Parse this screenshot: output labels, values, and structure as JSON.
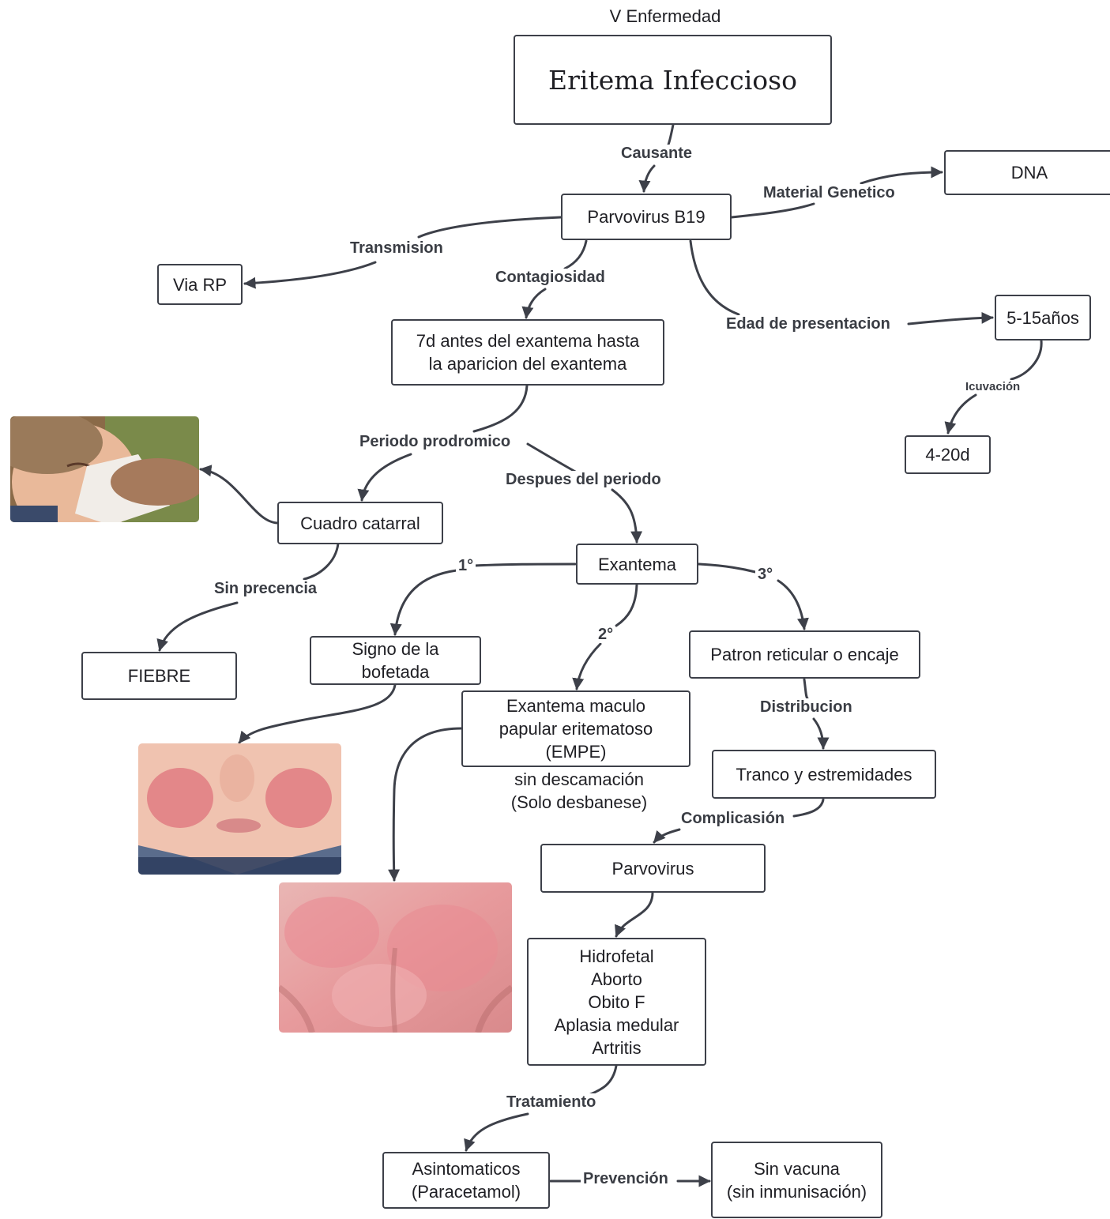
{
  "header": {
    "top_label": "V Enfermedad"
  },
  "nodes": {
    "title": "Eritema Infeccioso",
    "parvovirus_b19": "Parvovirus B19",
    "dna": "DNA",
    "via_rp": "Via RP",
    "contagio": "7d antes del exantema hasta\nla aparicion del exantema",
    "edad": "5-15años",
    "incubacion": "4-20d",
    "cuadro_catarral": "Cuadro catarral",
    "exantema": "Exantema",
    "fiebre": "FIEBRE",
    "signo_bofetada": "Signo de la\nbofetada",
    "empe": "Exantema maculo\npapular eritematoso\n(EMPE)",
    "empe_note": "sin descamación\n(Solo desbanese)",
    "patron": "Patron reticular o encaje",
    "tronco": "Tranco y estremidades",
    "parvovirus": "Parvovirus",
    "complicaciones": "Hidrofetal\nAborto\nObito F\nAplasia medular\nArtritis",
    "tratamiento": "Asintomaticos\n(Paracetamol)",
    "prevencion": "Sin vacuna\n(sin inmunisación)"
  },
  "edge_labels": {
    "causante": "Causante",
    "material_genetico": "Material Genetico",
    "transmision": "Transmision",
    "contagiosidad": "Contagiosidad",
    "edad_presentacion": "Edad de presentacion",
    "icuvacion": "Icuvación",
    "periodo_prodromico": "Periodo prodromico",
    "despues_periodo": "Despues del periodo",
    "sin_precencia": "Sin precencia",
    "primero": "1°",
    "segundo": "2°",
    "tercero": "3°",
    "distribucion": "Distribucion",
    "complicasion": "Complicasión",
    "tratamiento": "Tratamiento",
    "prevencion": "Prevención"
  },
  "photos": {
    "child_nose_photo": "child having nose wiped",
    "slapped_cheek_photo": "child face with red cheeks",
    "back_rash_photo": "lacy red rash on back"
  },
  "colors": {
    "box_border": "#3d4049",
    "arrow": "#3d4049",
    "label_text": "#3a3d44"
  }
}
